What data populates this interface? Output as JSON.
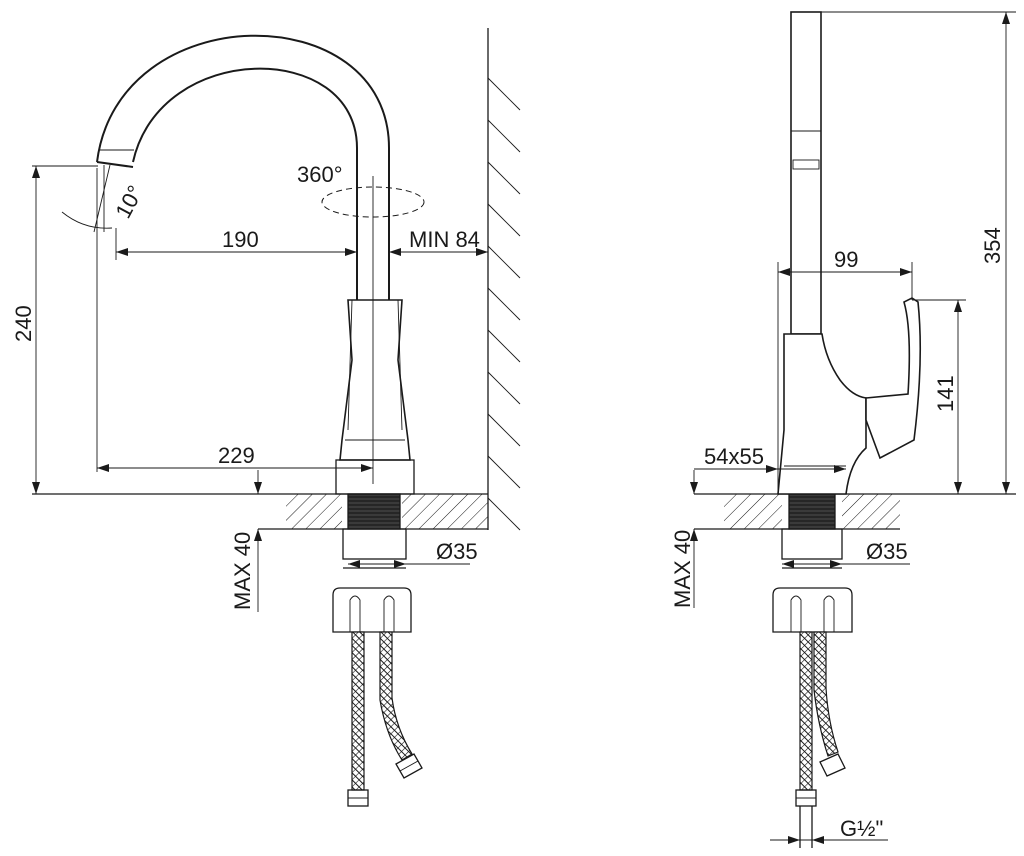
{
  "dimensions": {
    "swivel_angle": "360°",
    "spout_tilt": "10°",
    "spout_reach": "190",
    "wall_clearance": "MIN 84",
    "total_reach": "229",
    "spout_height": "240",
    "max_deck_thickness_front": "MAX 40",
    "shank_diameter_front": "Ø35",
    "side_depth": "99",
    "base_size": "54x55",
    "total_height": "354",
    "handle_height": "141",
    "max_deck_thickness_side": "MAX 40",
    "shank_diameter_side": "Ø35",
    "hose_thread": "G½\""
  },
  "colors": {
    "line": "#1a1a1a",
    "background": "#ffffff"
  }
}
